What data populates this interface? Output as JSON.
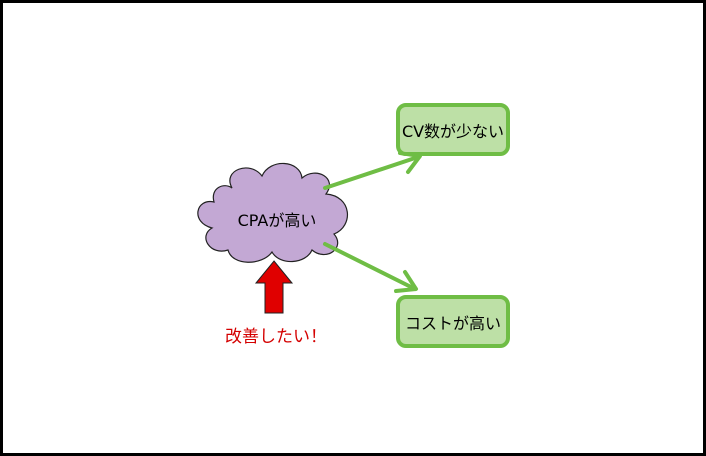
{
  "nodes": {
    "cloud": {
      "label": "CPAが高い",
      "fill": "#c3a8d4",
      "stroke": "#222222"
    },
    "cv_box": {
      "label": "CV数が少ない",
      "fill": "#bde0a6",
      "border": "#6fbd45"
    },
    "cost_box": {
      "label": "コストが高い",
      "fill": "#bde0a6",
      "border": "#6fbd45"
    }
  },
  "annotation": {
    "text": "改善したい！",
    "color": "#d40000"
  },
  "arrows": {
    "connector_color": "#6fbd45",
    "up_arrow_fill": "#e00000",
    "up_arrow_stroke": "#222222"
  },
  "frame": {
    "border": "#000000"
  }
}
